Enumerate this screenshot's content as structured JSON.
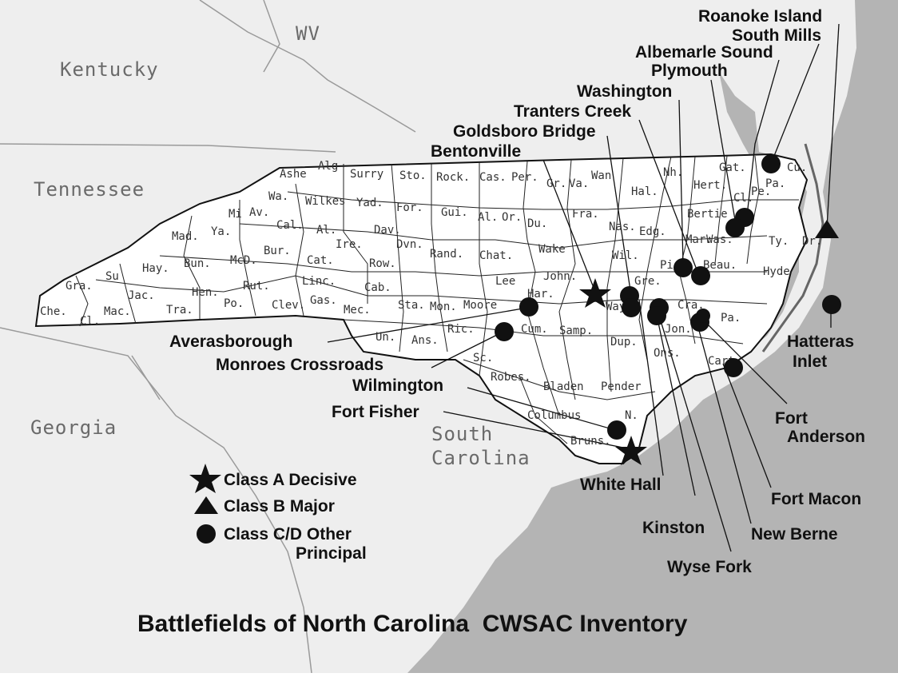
{
  "title": "Battlefields of North Carolina  CWSAC Inventory",
  "colors": {
    "ocean": "#b4b4b4",
    "land": "#eeeeee",
    "nc_fill": "#ffffff",
    "ink": "#111111",
    "border": "#999999"
  },
  "states": {
    "wv": "WV",
    "kentucky": "Kentucky",
    "tennessee": "Tennessee",
    "georgia": "Georgia",
    "sc_line1": "South",
    "sc_line2": "Carolina"
  },
  "counties": [
    "Ashe",
    "Alg",
    "Surry",
    "Sto.",
    "Rock.",
    "Cas.",
    "Per.",
    "Gr.",
    "Va.",
    "Wan",
    "Nh.",
    "Gat.",
    "Cu.",
    "Wa.",
    "Wilkes",
    "Yad.",
    "For.",
    "Gui.",
    "Al.",
    "Or.",
    "Du.",
    "Fra.",
    "Hal.",
    "Hert.",
    "Pa.",
    "Cl.",
    "Pe.",
    "Mi",
    "Av.",
    "Ya.",
    "Cal.",
    "Al.",
    "Dav.",
    "Nas.",
    "Edg.",
    "Bertie",
    "Mad.",
    "Bur.",
    "Ire.",
    "Dvn.",
    "Rand.",
    "Chat.",
    "Wake",
    "Mar.",
    "Was.",
    "Ty.",
    "Dr.",
    "Hay.",
    "Bun.",
    "McD.",
    "Cat.",
    "Row.",
    "Wil.",
    "Pi.",
    "Beau.",
    "Hyde",
    "Gra.",
    "Su",
    "Hen.",
    "Rut.",
    "Linc.",
    "Cab.",
    "Lee",
    "John.",
    "Gre.",
    "Jac.",
    "Po.",
    "Clev.",
    "Gas.",
    "Sta.",
    "Mon.",
    "Moore",
    "Har.",
    "Way",
    "Cra.",
    "Pa.",
    "Che.",
    "Mac.",
    "Cl.",
    "Tra.",
    "Mec.",
    "Un.",
    "Ans.",
    "Ric.",
    "Cum.",
    "Samp.",
    "Jon.",
    "Dup.",
    "Ons.",
    "Sc.",
    "Robes.",
    "Bladen",
    "Pender",
    "Cart.",
    "Columbus",
    "N.",
    "Bruns."
  ],
  "battles": [
    {
      "name": "Roanoke Island",
      "class": "B"
    },
    {
      "name": "South Mills",
      "class": "C/D"
    },
    {
      "name": "Albemarle Sound",
      "class": "C/D"
    },
    {
      "name": "Plymouth",
      "class": "C/D"
    },
    {
      "name": "Washington",
      "class": "C/D"
    },
    {
      "name": "Tranters Creek",
      "class": "C/D"
    },
    {
      "name": "Goldsboro Bridge",
      "class": "C/D"
    },
    {
      "name": "Bentonville",
      "class": "A"
    },
    {
      "name": "Averasborough",
      "class": "C/D"
    },
    {
      "name": "Monroes Crossroads",
      "class": "C/D"
    },
    {
      "name": "Wilmington",
      "class": "C/D"
    },
    {
      "name": "Fort Fisher",
      "class": "A"
    },
    {
      "name": "White Hall",
      "class": "C/D"
    },
    {
      "name": "Kinston",
      "class": "C/D"
    },
    {
      "name": "Wyse Fork",
      "class": "C/D"
    },
    {
      "name": "New Berne",
      "class": "C/D"
    },
    {
      "name": "Fort Macon",
      "class": "C/D"
    },
    {
      "name": "Fort Anderson",
      "class": "C/D"
    },
    {
      "name": "Hatteras Inlet",
      "class": "C/D"
    }
  ],
  "battle_text": {
    "roanoke": "Roanoke Island",
    "south_mills": "South Mills",
    "albemarle": "Albemarle Sound",
    "plymouth": "Plymouth",
    "washington": "Washington",
    "tranters": "Tranters Creek",
    "goldsboro": "Goldsboro Bridge",
    "bentonville": "Bentonville",
    "averasborough": "Averasborough",
    "monroes": "Monroes Crossroads",
    "wilmington": "Wilmington",
    "fort_fisher": "Fort Fisher",
    "white_hall": "White Hall",
    "kinston": "Kinston",
    "wyse_fork": "Wyse Fork",
    "new_berne": "New Berne",
    "fort_macon": "Fort Macon",
    "fort_anderson_1": "Fort",
    "fort_anderson_2": "Anderson",
    "hatteras_1": "Hatteras",
    "hatteras_2": "Inlet"
  },
  "legend": {
    "class_a": "Class A Decisive",
    "class_b": "Class B Major",
    "class_cd_1": "Class C/D Other",
    "class_cd_2": "Principal"
  }
}
